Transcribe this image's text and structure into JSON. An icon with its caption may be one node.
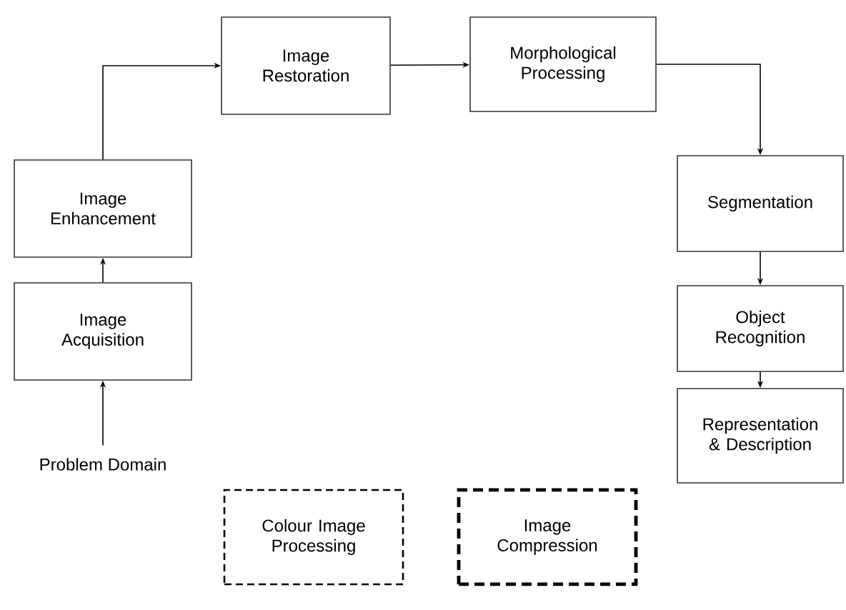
{
  "diagram": {
    "nodes": [
      {
        "text": [
          "Problem Domain"
        ]
      },
      {
        "text": [
          "Image Acquisition"
        ]
      },
      {
        "text": [
          "Image Enhancement"
        ]
      },
      {
        "text": [
          "Image Restoration"
        ]
      },
      {
        "text": [
          "Morphological Processing"
        ]
      },
      {
        "text": [
          "Segmentation"
        ]
      },
      {
        "text": [
          "Object Recognition"
        ]
      },
      {
        "text": [
          "Representation & Description"
        ]
      },
      {
        "text": [
          "Colour Image Processing"
        ]
      },
      {
        "text": [
          "Image Compression"
        ]
      }
    ],
    "edges": [
      {
        "from": 0,
        "to": 1,
        "arrow": "to"
      },
      {
        "from": 1,
        "to": 2,
        "arrow": "to"
      },
      {
        "from": 2,
        "to": 3,
        "arrow": "to"
      },
      {
        "from": 3,
        "to": 4,
        "arrow": "to"
      },
      {
        "from": 4,
        "to": 5,
        "arrow": "to"
      },
      {
        "from": 5,
        "to": 6,
        "arrow": "to"
      },
      {
        "from": 6,
        "to": 7,
        "arrow": "to"
      }
    ]
  }
}
